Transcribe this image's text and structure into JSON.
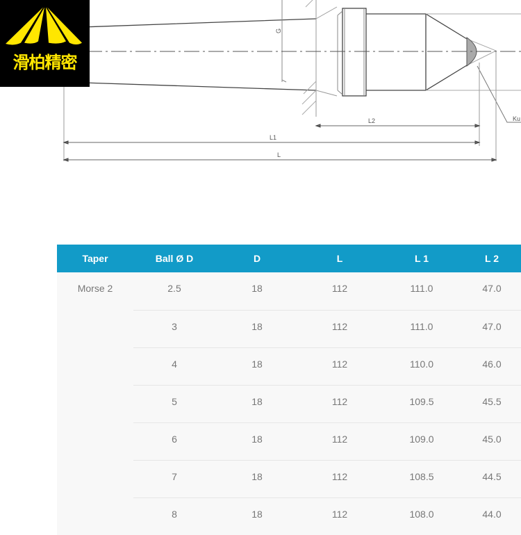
{
  "logo": {
    "text": "滑柏精密"
  },
  "drawing": {
    "labels": {
      "g": "G",
      "l2": "L2",
      "l1": "L1",
      "l": "L",
      "ku": "Ku"
    }
  },
  "table": {
    "headers": [
      "Taper",
      "Ball Ø D",
      "D",
      "L",
      "L 1",
      "L 2"
    ],
    "taper": "Morse 2",
    "rows": [
      [
        "2.5",
        "18",
        "112",
        "111.0",
        "47.0"
      ],
      [
        "3",
        "18",
        "112",
        "111.0",
        "47.0"
      ],
      [
        "4",
        "18",
        "112",
        "110.0",
        "46.0"
      ],
      [
        "5",
        "18",
        "112",
        "109.5",
        "45.5"
      ],
      [
        "6",
        "18",
        "112",
        "109.0",
        "45.0"
      ],
      [
        "7",
        "18",
        "112",
        "108.5",
        "44.5"
      ],
      [
        "8",
        "18",
        "112",
        "108.0",
        "44.0"
      ]
    ]
  },
  "colors": {
    "header": "#129bc8",
    "logo": "#ffe600"
  }
}
